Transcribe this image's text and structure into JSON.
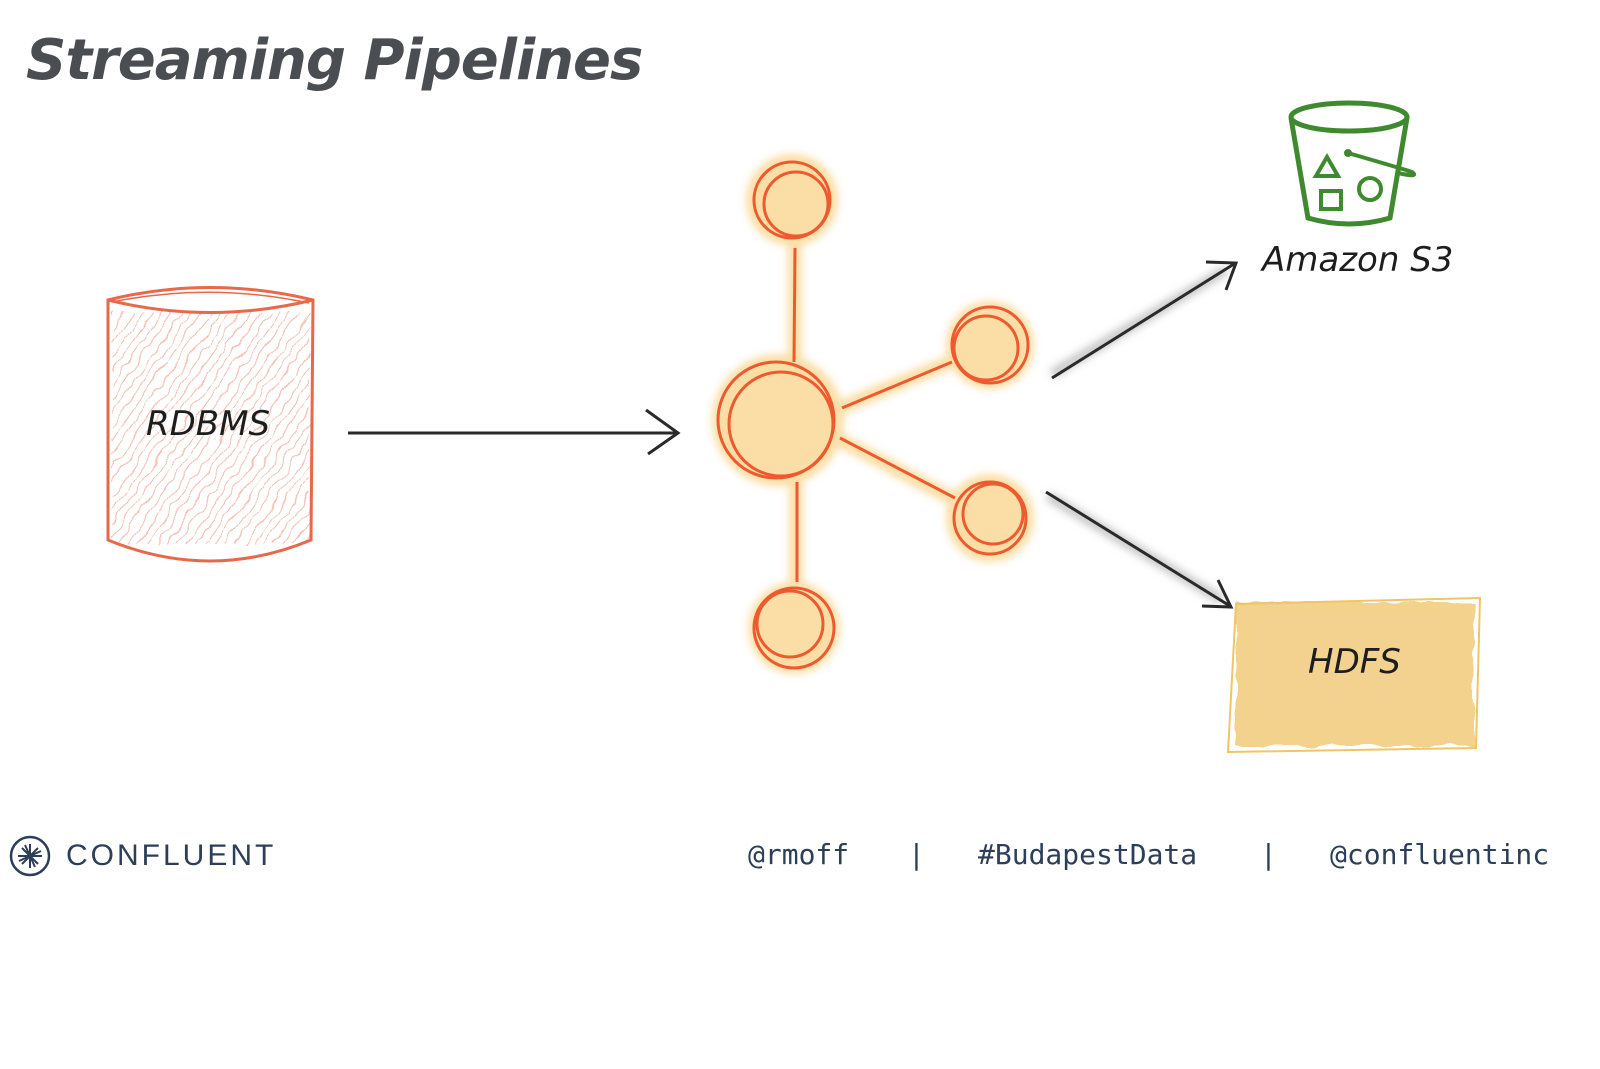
{
  "slide": {
    "title": "Streaming Pipelines"
  },
  "diagram": {
    "source": {
      "label": "RDBMS",
      "icon": "database-cylinder-icon",
      "color": "#e8684a"
    },
    "hub": {
      "icon": "kafka-cluster-icon",
      "color": "#ee5a2f",
      "glow": "#f6c45e"
    },
    "targets": [
      {
        "label": "Amazon S3",
        "icon": "s3-bucket-icon",
        "color": "#3f8a2f"
      },
      {
        "label": "HDFS",
        "icon": "hdfs-box-icon",
        "color": "#f0c467"
      }
    ]
  },
  "footer": {
    "brand": "CONFLUENT",
    "brand_icon": "confluent-logo-icon",
    "twitter": "@rmoff",
    "separator": "|",
    "hashtag": "#BudapestData",
    "company": "@confluentinc"
  }
}
